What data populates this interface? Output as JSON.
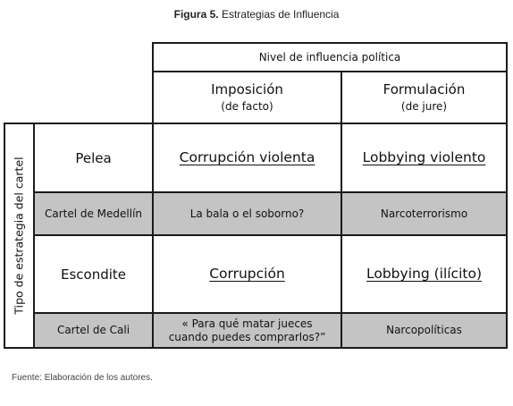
{
  "caption": {
    "label": "Figura 5.",
    "title": "Estrategias de Influencia"
  },
  "table": {
    "top_header": "Nivel de influencia política",
    "side_header": "Tipo de estrategia del cartel",
    "columns": [
      {
        "title": "Imposición",
        "subtitle": "(de facto)"
      },
      {
        "title": "Formulación",
        "subtitle": "(de jure)"
      }
    ],
    "rows": [
      {
        "label": "Pelea",
        "cells": [
          "Corrupción violenta",
          "Lobbying violento"
        ]
      },
      {
        "label": "Cartel de Medellín",
        "cells": [
          "La bala o el soborno?",
          "Narcoterrorismo"
        ]
      },
      {
        "label": "Escondite",
        "cells": [
          "Corrupción",
          "Lobbying (ilícito)"
        ]
      },
      {
        "label": "Cartel de Cali",
        "cells": [
          "« Para qué matar jueces cuando puedes comprarlos?”",
          "Narcopolíticas"
        ]
      }
    ]
  },
  "source": "Fuente: Elaboración de los autores."
}
